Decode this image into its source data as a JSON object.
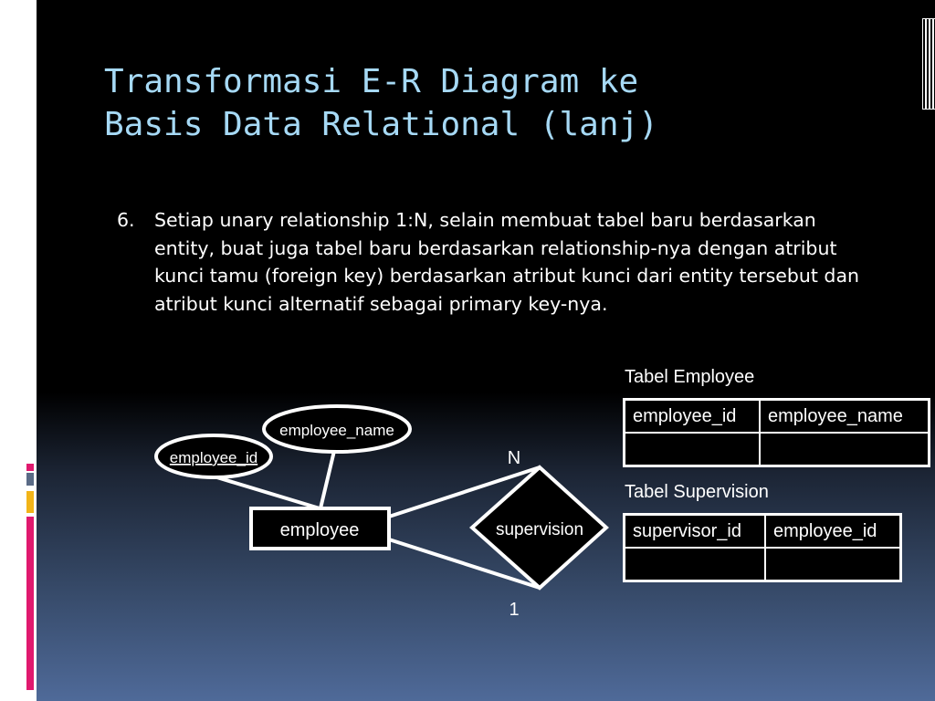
{
  "slide": {
    "title_line1": "Transformasi E-R Diagram ke",
    "title_line2": "Basis Data Relational (lanj)",
    "bullet_number": "6.",
    "bullet_text": "Setiap unary relationship 1:N, selain membuat tabel baru berdasarkan entity, buat juga tabel baru berdasarkan relationship-nya dengan atribut kunci tamu (foreign key) berdasarkan atribut kunci dari entity tersebut dan atribut kunci alternatif sebagai primary key-nya."
  },
  "er_diagram": {
    "entity": "employee",
    "attribute_key": "employee_id",
    "attribute_name": "employee_name",
    "relationship": "supervision",
    "cardinality_top": "N",
    "cardinality_bottom": "1"
  },
  "table_employee": {
    "caption": "Tabel Employee",
    "columns": [
      "employee_id",
      "employee_name"
    ]
  },
  "table_supervision": {
    "caption": "Tabel Supervision",
    "columns": [
      "supervisor_id",
      "employee_id"
    ]
  },
  "colors": {
    "title": "#a6d9f5",
    "accent_pink": "#e0196e",
    "accent_yellow": "#f2b418",
    "accent_gray": "#5a6b86"
  }
}
